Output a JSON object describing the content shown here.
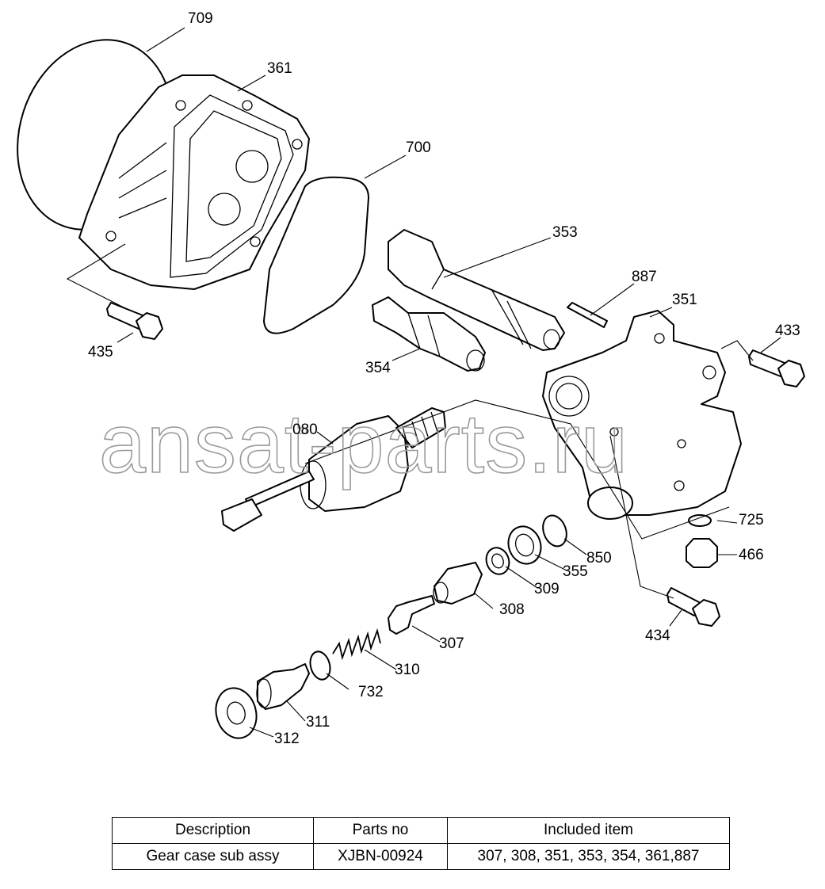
{
  "watermark": "ansat-parts.ru",
  "callouts": {
    "709": "709",
    "361": "361",
    "700": "700",
    "353": "353",
    "887": "887",
    "351": "351",
    "433": "433",
    "435": "435",
    "354": "354",
    "080": "080",
    "725": "725",
    "466": "466",
    "850": "850",
    "355": "355",
    "309": "309",
    "308": "308",
    "307": "307",
    "434": "434",
    "310": "310",
    "732": "732",
    "311": "311",
    "312": "312"
  },
  "table": {
    "headers": [
      "Description",
      "Parts no",
      "Included item"
    ],
    "rows": [
      [
        "Gear case sub assy",
        "XJBN-00924",
        "307, 308, 351, 353, 354, 361,887"
      ]
    ]
  }
}
